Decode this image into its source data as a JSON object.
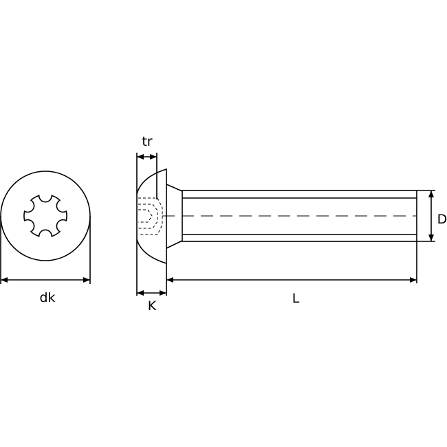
{
  "labels": {
    "dk": "dk",
    "tr": "tr",
    "k": "K",
    "l": "L",
    "d": "D"
  },
  "colors": {
    "line": "#000000",
    "background": "#ffffff"
  }
}
